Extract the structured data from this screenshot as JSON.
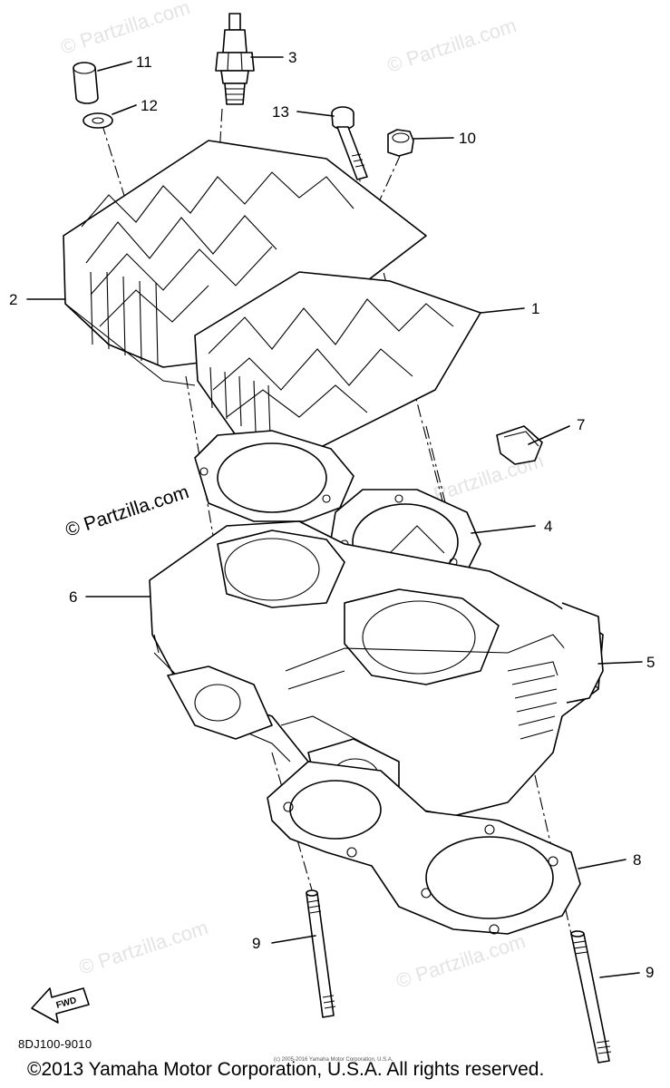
{
  "diagram": {
    "code": "8DJ100-9010",
    "copyright": "©2013 Yamaha Motor Corporation, U.S.A. All rights reserved.",
    "small_copyright": "(c) 2005-2016 Yamaha Motor Corporation, U.S.A.",
    "watermark_text": "© Partzilla.com",
    "fwd_label": "FWD"
  },
  "callouts": [
    {
      "id": "1",
      "label": "1"
    },
    {
      "id": "2",
      "label": "2"
    },
    {
      "id": "3",
      "label": "3"
    },
    {
      "id": "4",
      "label": "4"
    },
    {
      "id": "5",
      "label": "5"
    },
    {
      "id": "6",
      "label": "6"
    },
    {
      "id": "7",
      "label": "7"
    },
    {
      "id": "8",
      "label": "8"
    },
    {
      "id": "9a",
      "label": "9"
    },
    {
      "id": "9b",
      "label": "9"
    },
    {
      "id": "10",
      "label": "10"
    },
    {
      "id": "11",
      "label": "11"
    },
    {
      "id": "12",
      "label": "12"
    },
    {
      "id": "13",
      "label": "13"
    }
  ]
}
